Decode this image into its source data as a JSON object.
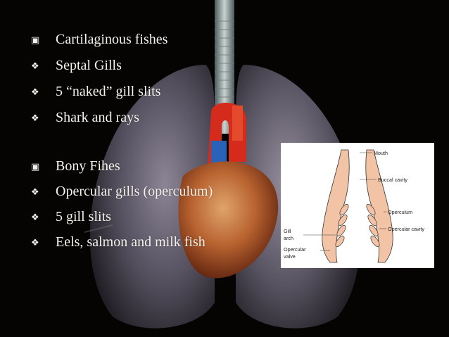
{
  "slide": {
    "groups": [
      {
        "heading": {
          "marker": "square-bullet-icon",
          "text": "Cartilaginous fishes"
        },
        "items": [
          {
            "marker": "diamond-bullet-icon",
            "text": "Septal Gills"
          },
          {
            "marker": "diamond-bullet-icon",
            "text": "5 “naked” gill slits"
          },
          {
            "marker": "diamond-bullet-icon",
            "text": "Shark and rays"
          }
        ]
      },
      {
        "heading": {
          "marker": "square-bullet-icon",
          "text": "Bony Fihes"
        },
        "items": [
          {
            "marker": "diamond-bullet-icon",
            "text": "Opercular gills (operculum)"
          },
          {
            "marker": "diamond-bullet-icon",
            "text": "5 gill slits"
          },
          {
            "marker": "diamond-bullet-icon",
            "text": "Eels, salmon and milk fish"
          }
        ]
      }
    ],
    "diagram": {
      "labels": {
        "mouth": "Mouth",
        "buccal_cavity": "Buccal cavity",
        "operculum": "Operculum",
        "opercular_cavity": "Opercular cavity",
        "gill_arch_line1": "Gill",
        "gill_arch_line2": "arch",
        "opercular_valve_line1": "Opercular",
        "opercular_valve_line2": "valve"
      }
    }
  }
}
